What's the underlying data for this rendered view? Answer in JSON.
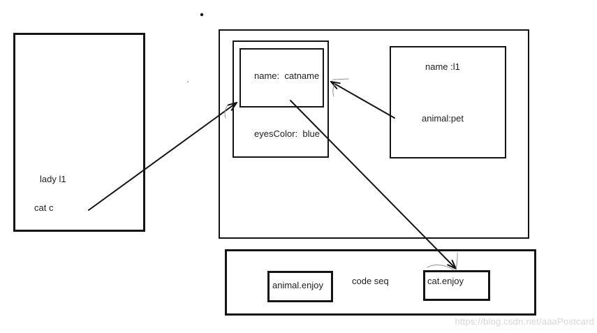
{
  "stack_box": {
    "lady_label": "lady l1",
    "cat_label": "cat c"
  },
  "heap_box": {
    "cat_object": {
      "name_field": "name:  catname",
      "eyes_color_field": "eyesColor:  blue"
    },
    "lady_object": {
      "name_field": "name :l1",
      "animal_field": "animal:pet"
    }
  },
  "code_segment_box": {
    "animal_method_label": "animal.enjoy",
    "segment_label": "code seq",
    "cat_method_label": "cat.enjoy"
  },
  "watermark": "https://blog.csdn.net/aaaPostcard",
  "colors": {
    "line": "#141414",
    "text": "#1e1e1e",
    "flourish": "#8f8f8f",
    "watermark": "#d7d7d7",
    "background": "#ffffff"
  }
}
